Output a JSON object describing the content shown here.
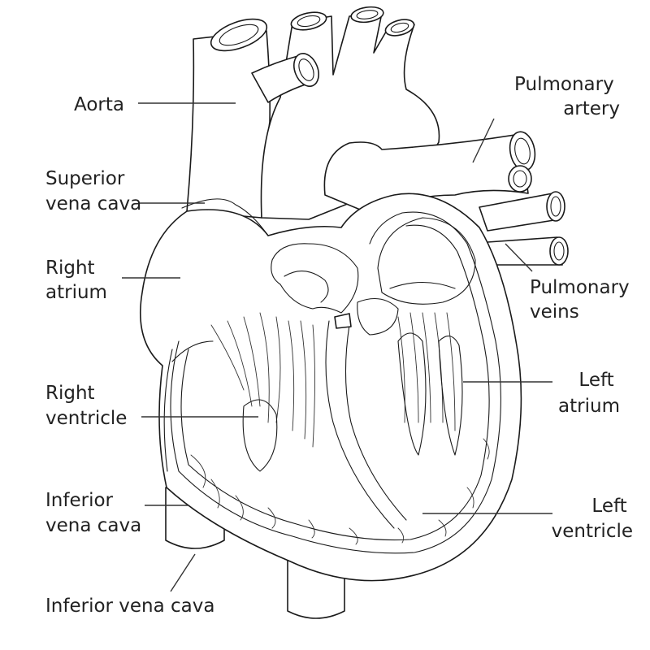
{
  "diagram": {
    "labels": {
      "aorta": "Aorta",
      "superior_vena_cava": [
        "Superior",
        "vena cava"
      ],
      "right_atrium": [
        "Right",
        "atrium"
      ],
      "right_ventricle": [
        "Right",
        "ventricle"
      ],
      "inferior_vena_cava_left": [
        "Inferior",
        "vena cava"
      ],
      "inferior_vena_cava_bottom": "Inferior vena cava",
      "pulmonary_artery": [
        "Pulmonary",
        "artery"
      ],
      "pulmonary_veins": [
        "Pulmonary",
        "veins"
      ],
      "left_atrium": [
        "Left",
        "atrium"
      ],
      "left_ventricle": [
        "Left",
        "ventricle"
      ]
    },
    "colors": {
      "line": "#1a1a1a",
      "text": "#222222",
      "background": "#ffffff"
    }
  }
}
